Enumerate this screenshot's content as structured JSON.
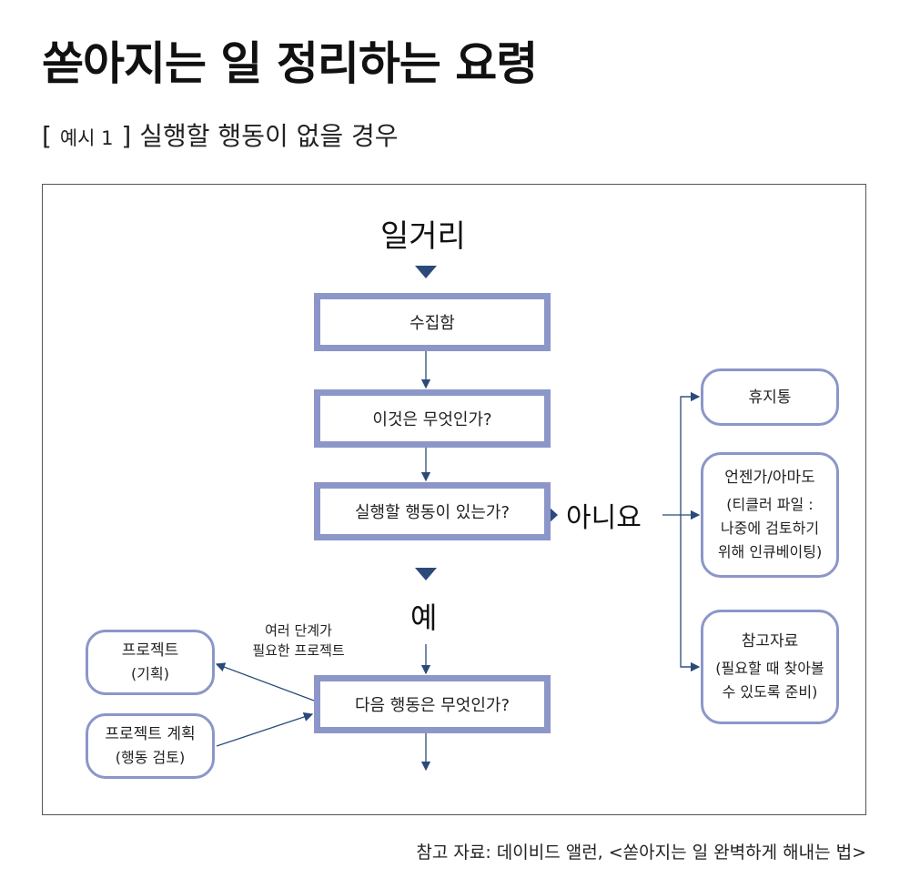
{
  "title": "쏟아지는 일 정리하는 요령",
  "subtitle": {
    "prefix": "[ ",
    "example": "예시 1",
    "suffix": " ] ",
    "text": "실행할 행동이 없을 경우"
  },
  "diagram": {
    "start": "일거리",
    "inbox": "수집함",
    "what_is_it": "이것은 무엇인가?",
    "actionable": "실행할 행동이 있는가?",
    "no": "아니요",
    "yes": "예",
    "next_action": "다음 행동은 무엇인가?",
    "multi_step_label_1": "여러 단계가",
    "multi_step_label_2": "필요한 프로젝트",
    "projects": {
      "title": "프로젝트",
      "sub": "(기획)"
    },
    "project_plans": {
      "title": "프로젝트 계획",
      "sub": "(행동 검토)"
    },
    "trash": {
      "title": "휴지통"
    },
    "someday": {
      "title": "언젠가/아마도",
      "sub": [
        "(티클러 파일 :",
        "나중에 검토하기",
        "위해 인큐베이팅)"
      ]
    },
    "reference": {
      "title": "참고자료",
      "sub": [
        "(필요할 때 찾아볼",
        "수 있도록 준비)"
      ]
    }
  },
  "footer": "참고 자료: 데이비드 앨런, <쏟아지는 일 완벽하게 해내는 법>",
  "colors": {
    "box_border": "#8c96c8",
    "arrow": "#2b4a7a"
  }
}
